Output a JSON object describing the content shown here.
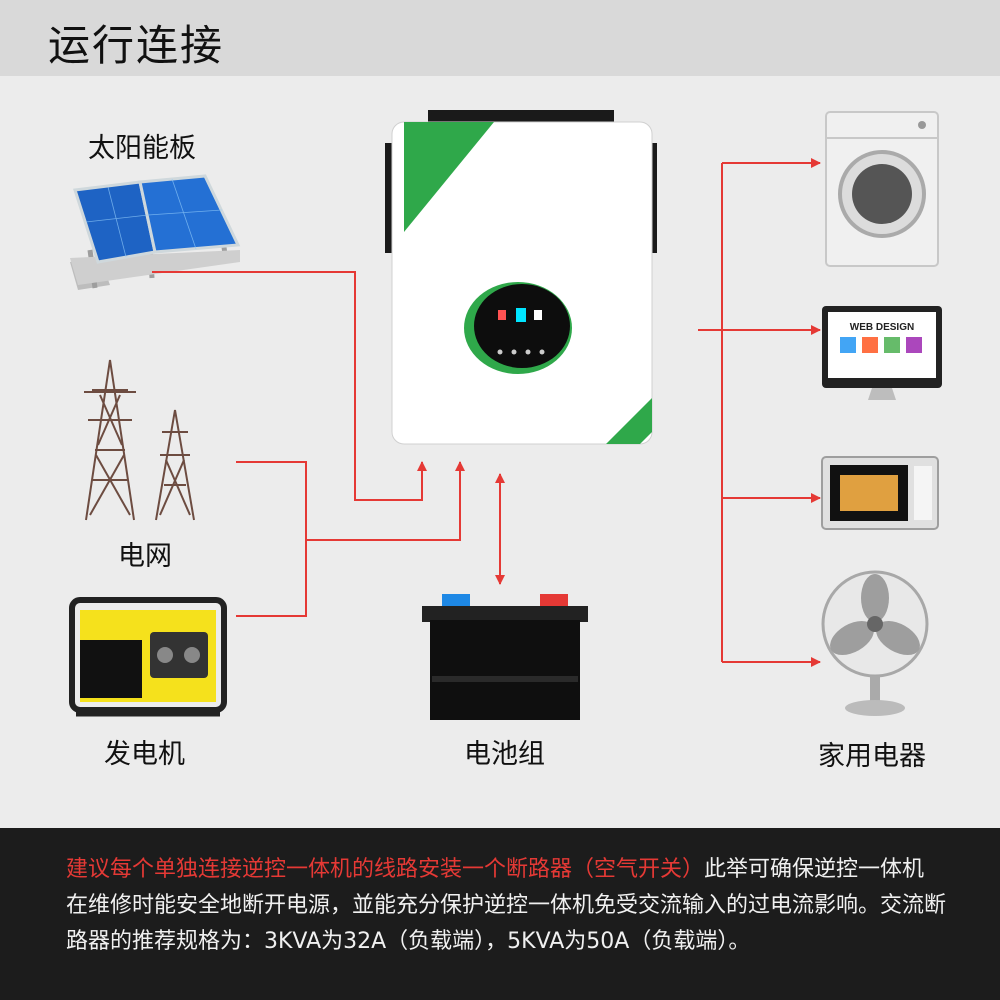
{
  "header": {
    "title": "运行连接"
  },
  "labels": {
    "solar": "太阳能板",
    "grid": "电网",
    "generator": "发电机",
    "battery": "电池组",
    "appliances": "家用电器"
  },
  "appliance_icons": {
    "monitor_screen_text": "WEB DESIGN"
  },
  "footer": {
    "highlight": "建议每个单独连接逆控一体机的线路安装一个断路器（空气开关）",
    "text": "此举可确保逆控一体机在维修时能安全地断开电源，並能充分保护逆控一体机免受交流输入的过电流影响。交流断路器的推荐规格为：3KVA为32A（负载端），5KVA为50A（负载端）。"
  },
  "colors": {
    "line": "#e53935",
    "inverter_green": "#2fa84a",
    "header_bg": "#d9d9d9",
    "footer_bg": "#1c1c1c"
  }
}
